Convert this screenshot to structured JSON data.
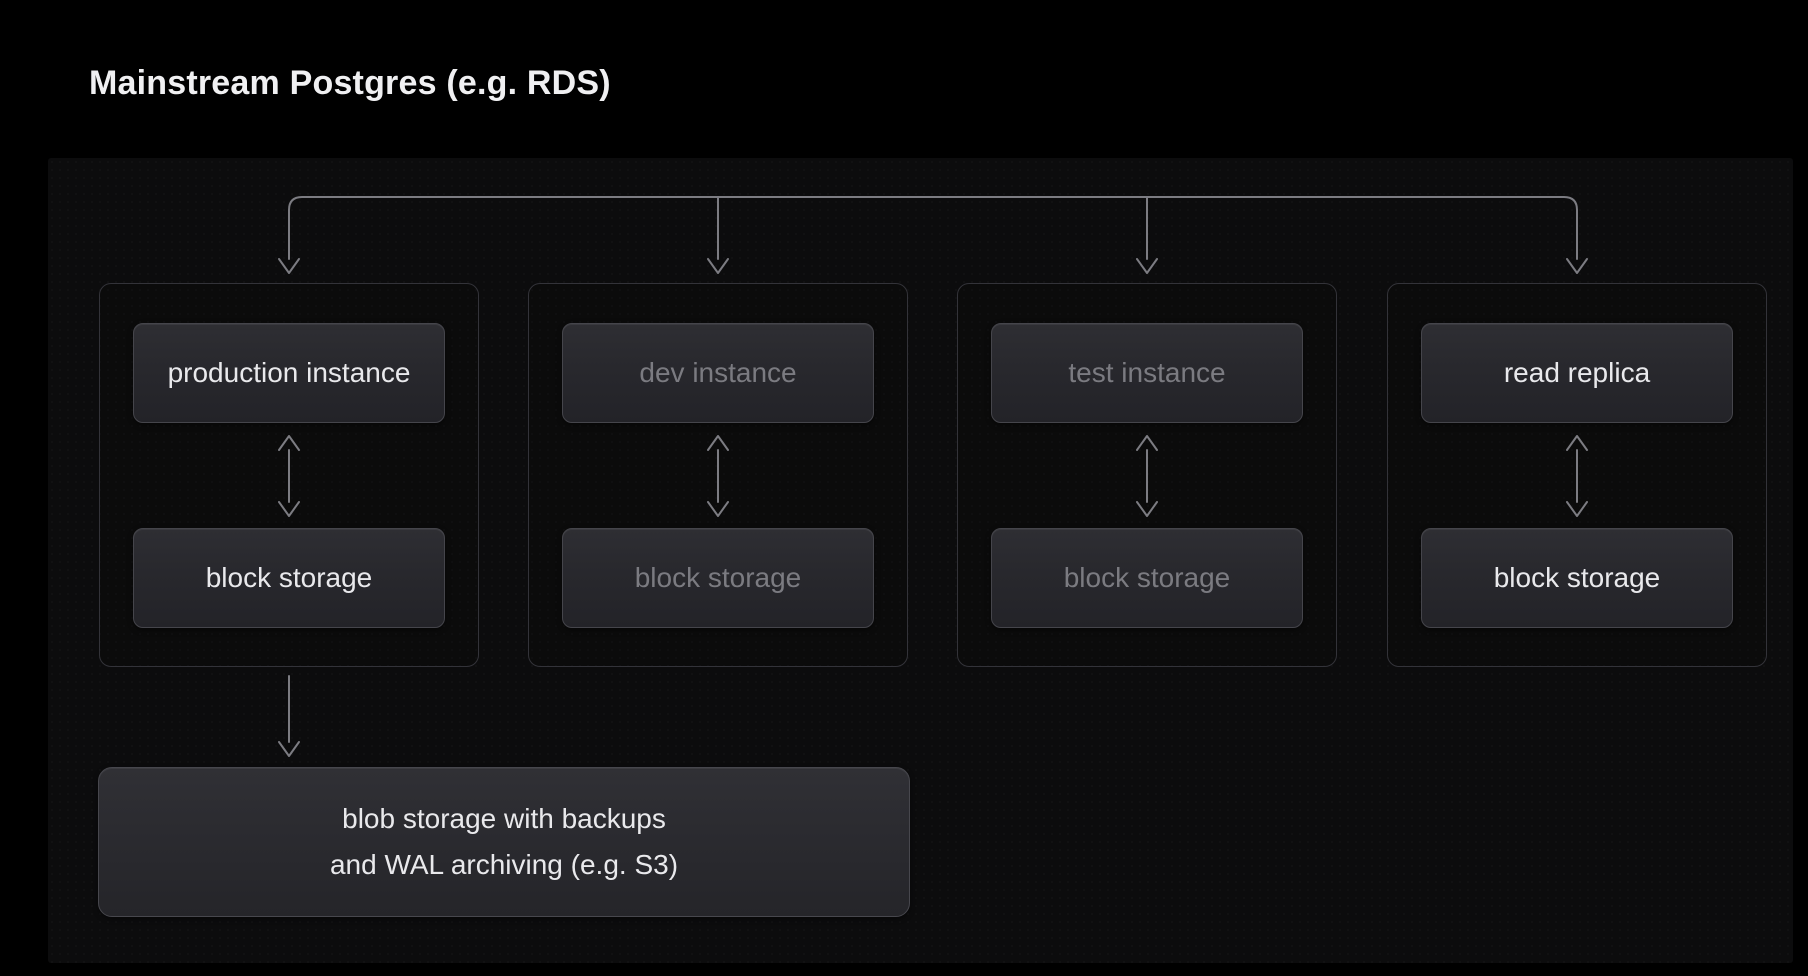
{
  "title": "Mainstream Postgres (e.g. RDS)",
  "diagram": {
    "groups": [
      {
        "id": "production",
        "instance_label": "production instance",
        "storage_label": "block storage",
        "emphasis": "bright"
      },
      {
        "id": "dev",
        "instance_label": "dev instance",
        "storage_label": "block storage",
        "emphasis": "dim"
      },
      {
        "id": "test",
        "instance_label": "test instance",
        "storage_label": "block storage",
        "emphasis": "dim"
      },
      {
        "id": "replica",
        "instance_label": "read replica",
        "storage_label": "block storage",
        "emphasis": "bright"
      }
    ],
    "blob_node": {
      "line1": "blob storage with backups",
      "line2": "and WAL archiving (e.g. S3)"
    },
    "edges": [
      {
        "from": "top-bus",
        "to": "production instance",
        "arrow": "down"
      },
      {
        "from": "top-bus",
        "to": "dev instance",
        "arrow": "down"
      },
      {
        "from": "top-bus",
        "to": "test instance",
        "arrow": "down"
      },
      {
        "from": "top-bus",
        "to": "read replica",
        "arrow": "down"
      },
      {
        "from": "production instance",
        "to": "block storage",
        "arrow": "both"
      },
      {
        "from": "dev instance",
        "to": "block storage",
        "arrow": "both"
      },
      {
        "from": "test instance",
        "to": "block storage",
        "arrow": "both"
      },
      {
        "from": "read replica",
        "to": "block storage",
        "arrow": "both"
      },
      {
        "from": "production block storage",
        "to": "blob storage",
        "arrow": "down"
      }
    ],
    "colors": {
      "page_bg": "#000000",
      "panel_bg": "#0c0c0d",
      "group_border": "#333339",
      "node_border": "#45454b",
      "node_bg_top": "#2e2e33",
      "node_bg_bottom": "#232328",
      "text_bright": "#e9e9ec",
      "text_dim": "#7b7b81",
      "arrow": "#7c7c82",
      "title_color": "#f0f0f2"
    }
  }
}
